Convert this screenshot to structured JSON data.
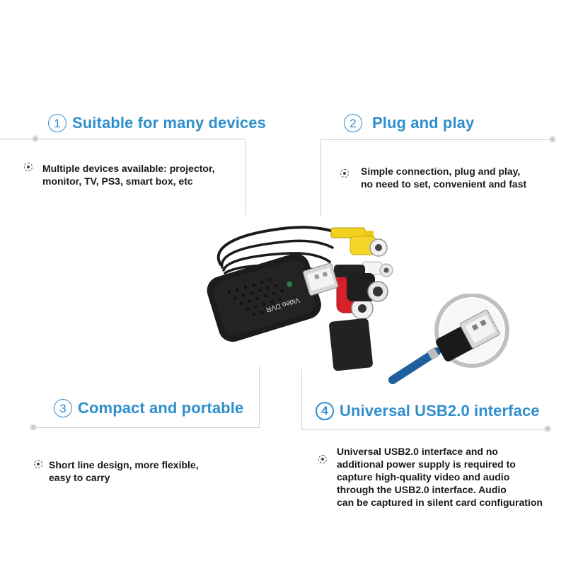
{
  "features": [
    {
      "number": "1",
      "title": "Suitable for many devices",
      "lines": [
        "Multiple devices available: projector,",
        "monitor, TV, PS3, smart box, etc"
      ]
    },
    {
      "number": "2",
      "title": "Plug and play",
      "lines": [
        "Simple connection, plug and play,",
        "no need to set, convenient and fast"
      ]
    },
    {
      "number": "3",
      "title": "Compact and portable",
      "lines": [
        "Short line design, more flexible,",
        "easy to carry"
      ]
    },
    {
      "number": "4",
      "title": "Universal USB2.0 interface",
      "lines": [
        "Universal USB2.0 interface and no",
        "additional power supply is required to",
        "capture high-quality video and audio",
        "through the USB2.0 interface. Audio",
        "can be captured in silent card configuration"
      ]
    }
  ],
  "product": {
    "device_label": "Video DVR"
  },
  "colors": {
    "heading": "#2f8fcc",
    "device_body": "#1c1c1c",
    "rca_yellow": "#f2d21e",
    "rca_red": "#d8202a",
    "rca_white": "#f4f4f4",
    "magnifier_handle": "#1f5f9e"
  }
}
